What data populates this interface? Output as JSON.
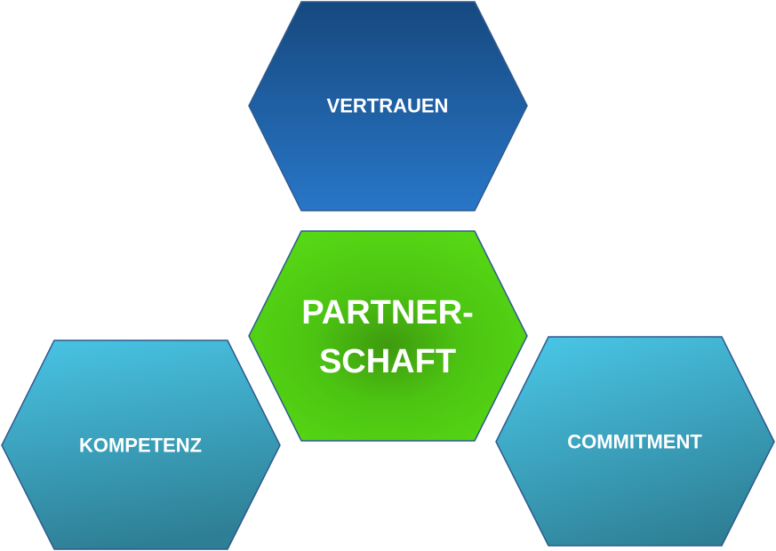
{
  "diagram": {
    "center": {
      "line1": "PARTNER-",
      "line2": "SCHAFT",
      "color": "#55D414"
    },
    "top": {
      "label": "VERTRAUEN",
      "color": "#1E5FA3"
    },
    "left": {
      "label": "KOMPETENZ",
      "color": "#3AA5C7"
    },
    "right": {
      "label": "COMMITMENT",
      "color": "#3AA5C7"
    }
  }
}
